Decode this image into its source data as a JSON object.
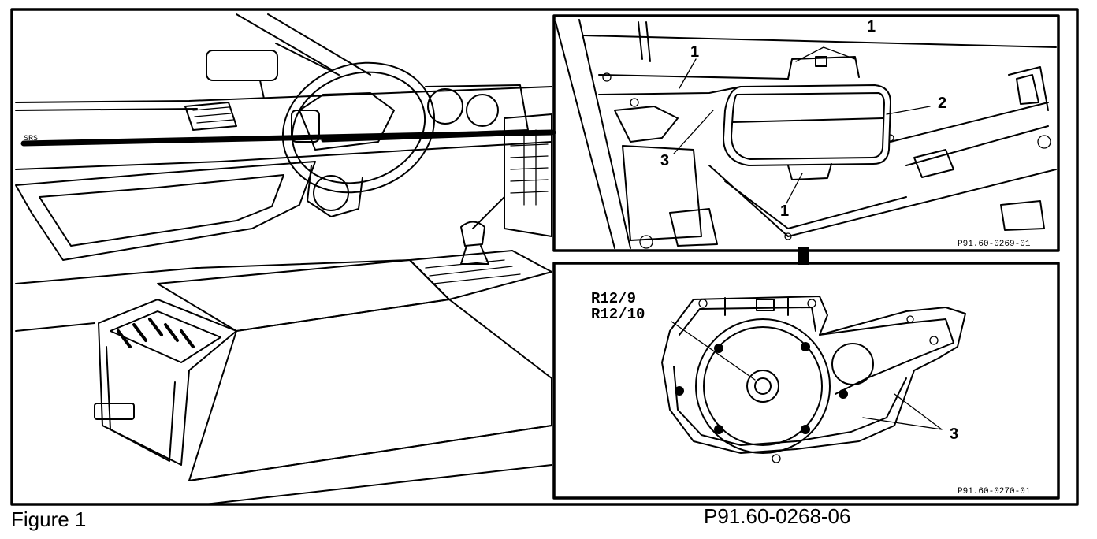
{
  "caption": {
    "figure_label": "Figure 1",
    "drawing_id": "P91.60-0268-06"
  },
  "inset_top": {
    "callouts": [
      "1",
      "1",
      "2",
      "3",
      "1"
    ],
    "ref_code": "P91.60-0269-01"
  },
  "inset_bottom": {
    "component_labels": [
      "R12/9",
      "R12/10"
    ],
    "callout": "3",
    "ref_code": "P91.60-0270-01"
  },
  "main_view": {
    "dash_label": "SRS"
  }
}
